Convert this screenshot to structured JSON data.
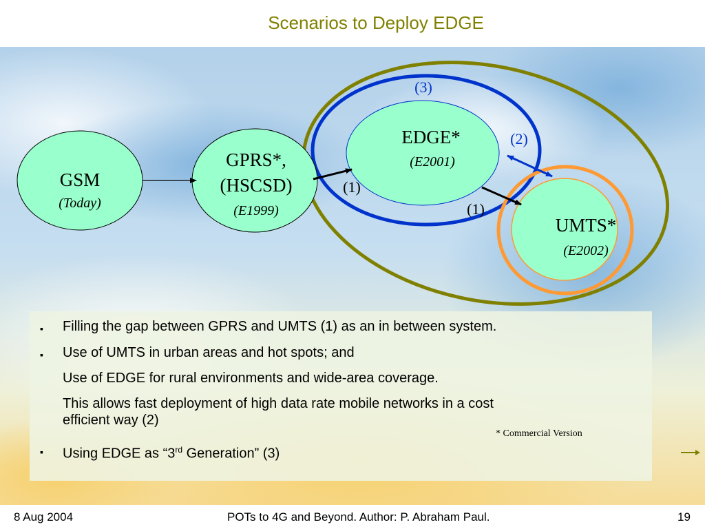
{
  "slide": {
    "title": "Scenarios to Deploy EDGE"
  },
  "diagram": {
    "nodes": {
      "gsm": {
        "line1": "GSM",
        "line2": "(Today)"
      },
      "gprs": {
        "line1": "GPRS*,",
        "line2": "(HSCSD)",
        "line3": "(E1999)"
      },
      "edge": {
        "line1": "EDGE*",
        "line2": "(E2001)"
      },
      "umts": {
        "line1": "UMTS*",
        "line2": "(E2002)"
      }
    },
    "labels": {
      "scenario3": "(3)",
      "scenario2": "(2)",
      "gprs_to_edge": "(1)",
      "edge_to_umts": "(1)"
    },
    "colors": {
      "node_fill": "#99ffcc",
      "ring_olive": "#808000",
      "ring_blue": "#0033cc",
      "ring_orange": "#ff9933",
      "label_blue": "#0033cc",
      "title": "#808000"
    }
  },
  "text": {
    "bullet_char": "▪",
    "b1": "Filling the gap between GPRS and UMTS (1) as an in between system.",
    "b2": "Use of UMTS in urban areas and hot spots; and",
    "b2a": "Use of EDGE for rural environments and wide-area coverage.",
    "b2b_1": "This allows fast deployment of high data rate mobile networks in a cost",
    "b2b_2": "efficient way (2)",
    "b3_pre": "Using EDGE as “3",
    "b3_sup": "rd",
    "b3_post": " Generation” (3)"
  },
  "footnote": "* Commercial Version",
  "footer": {
    "date": "8 Aug 2004",
    "center": "POTs to 4G and Beyond. Author: P. Abraham Paul.",
    "page": "19"
  }
}
